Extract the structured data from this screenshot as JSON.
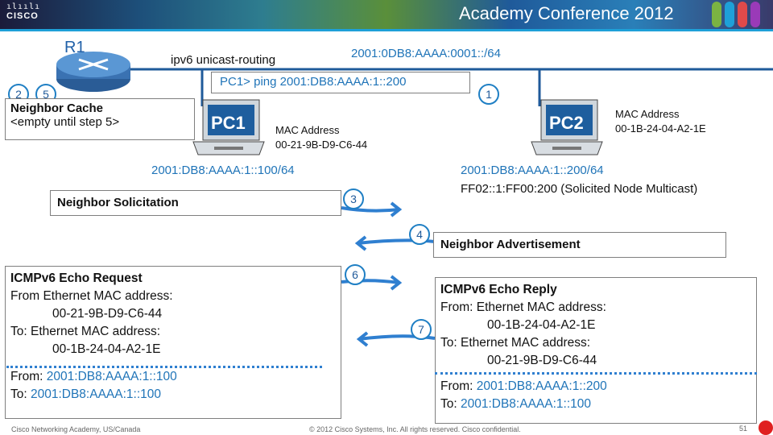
{
  "header": {
    "logo_text": "CISCO",
    "logo_bars": "ılıılı",
    "title": "Academy Conference 2012",
    "accent_colors": [
      "#7bb342",
      "#1ea0d8",
      "#e04a4a",
      "#9a3ab8"
    ]
  },
  "network": {
    "router_name": "R1",
    "router_command": "ipv6 unicast-routing",
    "prefix": "2001:0DB8:AAAA:0001::/64",
    "ping_command": "PC1> ping 2001:DB8:AAAA:1::200"
  },
  "pc1": {
    "name": "PC1",
    "mac_label": "MAC Address",
    "mac": "00-21-9B-D9-C6-44",
    "ipv6": "2001:DB8:AAAA:1::100/64"
  },
  "pc2": {
    "name": "PC2",
    "mac_label": "MAC Address",
    "mac": "00-1B-24-04-A2-1E",
    "ipv6": "2001:DB8:AAAA:1::200/64",
    "multicast": "FF02::1:FF00:200 (Solicited Node Multicast)"
  },
  "neighbor_cache": {
    "title": "Neighbor Cache",
    "value": "<empty until step 5>"
  },
  "steps": {
    "s1": "1",
    "s2": "2",
    "s3": "3",
    "s4": "4",
    "s5": "5",
    "s6": "6",
    "s7": "7"
  },
  "messages": {
    "ns": "Neighbor Solicitation",
    "na": "Neighbor Advertisement"
  },
  "echo_request": {
    "title": "ICMPv6 Echo Request",
    "from_mac_label": "From Ethernet MAC address:",
    "from_mac": "00-21-9B-D9-C6-44",
    "to_mac_label": "To: Ethernet MAC address:",
    "to_mac": "00-1B-24-04-A2-1E",
    "from_label": "From: ",
    "from_ip": "2001:DB8:AAAA:1::100",
    "to_label": "To: ",
    "to_ip": "2001:DB8:AAAA:1::100"
  },
  "echo_reply": {
    "title": "ICMPv6 Echo Reply",
    "from_mac_label": "From: Ethernet MAC address:",
    "from_mac": "00-1B-24-04-A2-1E",
    "to_mac_label": "To: Ethernet MAC address:",
    "to_mac": "00-21-9B-D9-C6-44",
    "from_label": "From: ",
    "from_ip": "2001:DB8:AAAA:1::200",
    "to_label": "To: ",
    "to_ip": "2001:DB8:AAAA:1::100"
  },
  "footer": {
    "left": "Cisco Networking Academy, US/Canada",
    "center": "© 2012 Cisco Systems, Inc. All rights reserved. Cisco confidential.",
    "page": "51"
  }
}
